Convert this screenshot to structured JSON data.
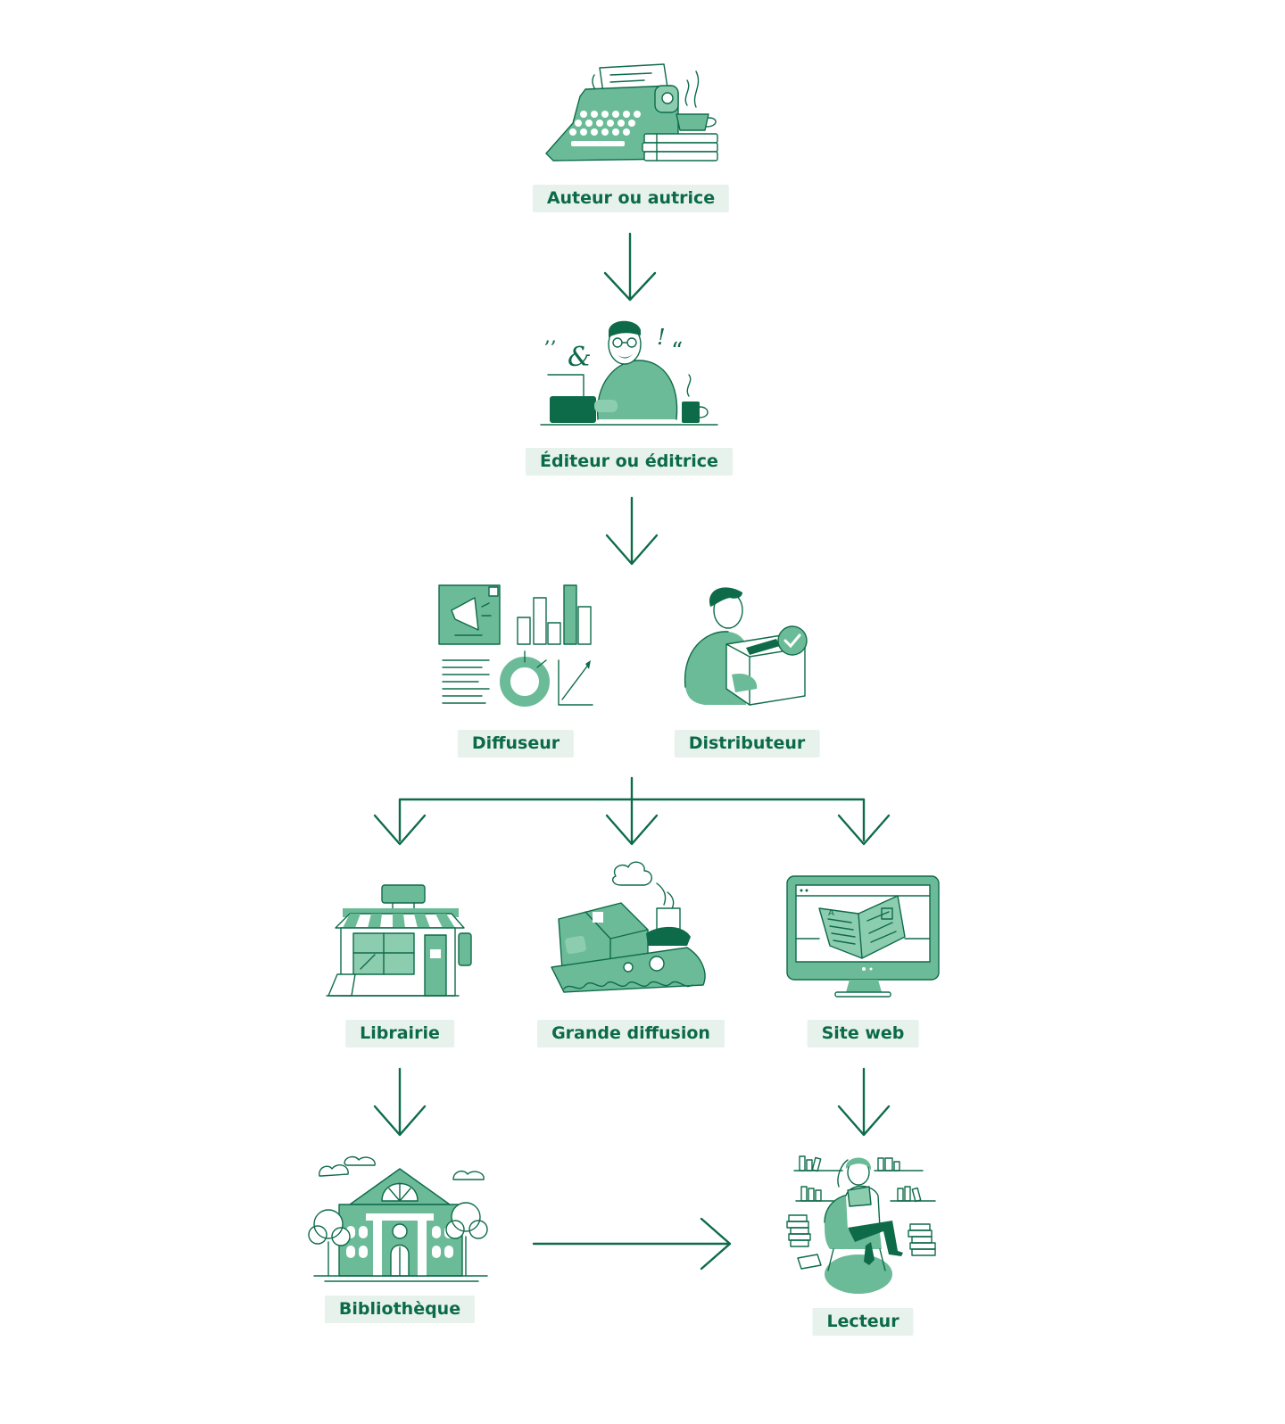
{
  "diagram": {
    "nodes": [
      {
        "id": "auteur",
        "label": "Auteur ou autrice",
        "icon": "typewriter-icon"
      },
      {
        "id": "editeur",
        "label": "Éditeur ou éditrice",
        "icon": "editor-person-icon"
      },
      {
        "id": "diffuseur",
        "label": "Diffuseur",
        "icon": "marketing-charts-icon"
      },
      {
        "id": "distributeur",
        "label": "Distributeur",
        "icon": "delivery-box-person-icon"
      },
      {
        "id": "librairie",
        "label": "Librairie",
        "icon": "bookshop-icon"
      },
      {
        "id": "grande",
        "label": "Grande diffusion",
        "icon": "cargo-ship-icon"
      },
      {
        "id": "site",
        "label": "Site web",
        "icon": "monitor-book-icon"
      },
      {
        "id": "bibliotheque",
        "label": "Bibliothèque",
        "icon": "library-building-icon"
      },
      {
        "id": "lecteur",
        "label": "Lecteur",
        "icon": "reader-person-icon"
      }
    ],
    "edges": [
      {
        "from": "auteur",
        "to": "editeur"
      },
      {
        "from": "editeur",
        "to": "diffuseur"
      },
      {
        "from": "editeur",
        "to": "distributeur"
      },
      {
        "from": "distributeur",
        "to": "librairie"
      },
      {
        "from": "distributeur",
        "to": "grande"
      },
      {
        "from": "distributeur",
        "to": "site"
      },
      {
        "from": "librairie",
        "to": "bibliotheque"
      },
      {
        "from": "site",
        "to": "lecteur"
      },
      {
        "from": "bibliotheque",
        "to": "lecteur"
      }
    ],
    "colors": {
      "ink": "#0e6b4a",
      "illustration": "#6cbb98",
      "label_bg": "#e7f2ed"
    }
  }
}
